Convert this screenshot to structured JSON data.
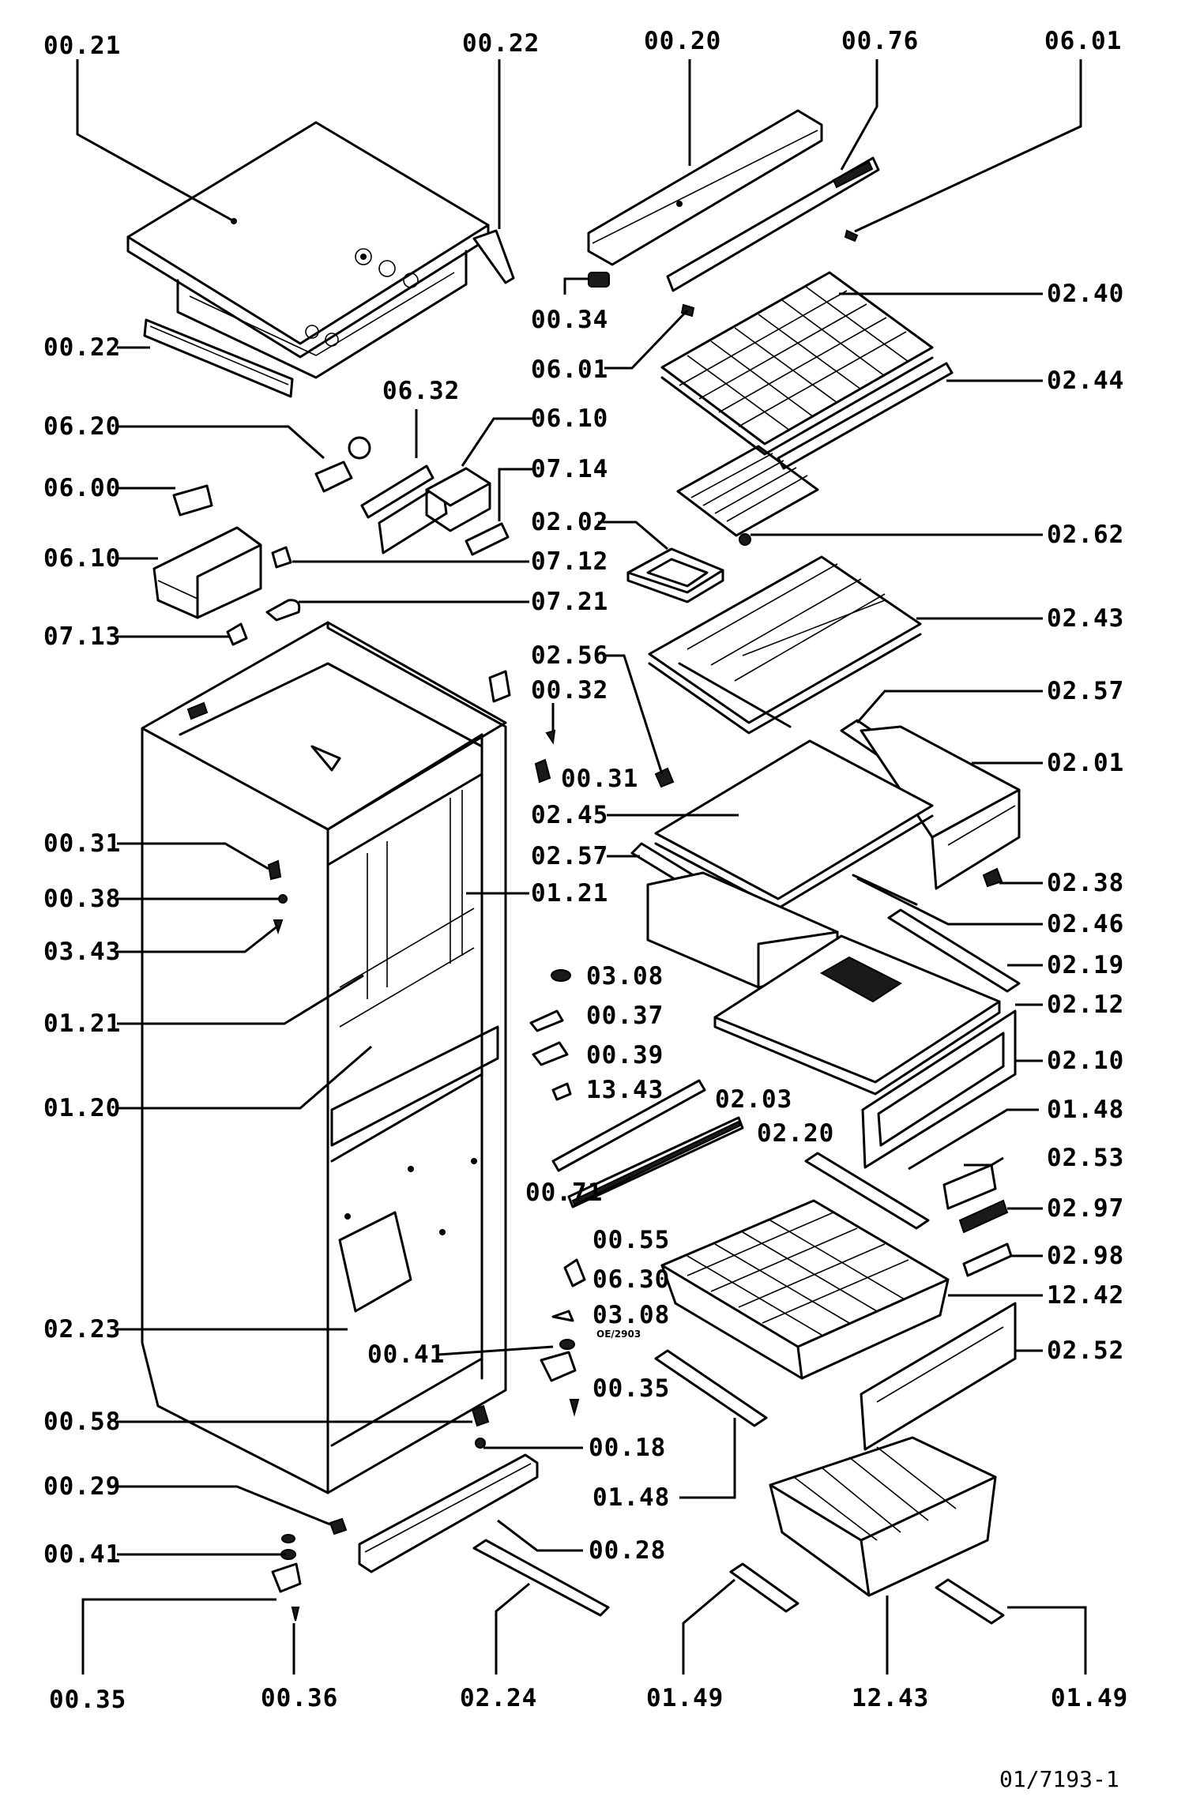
{
  "diagram": {
    "labels": [
      "00.21",
      "00.22",
      "00.20",
      "00.76",
      "06.01",
      "00.34",
      "06.01",
      "02.40",
      "00.22",
      "02.44",
      "06.32",
      "06.10",
      "06.20",
      "07.14",
      "06.00",
      "02.02",
      "02.62",
      "06.10",
      "07.12",
      "07.21",
      "07.13",
      "02.43",
      "02.56",
      "00.32",
      "02.57",
      "00.31",
      "02.01",
      "02.45",
      "00.31",
      "02.57",
      "02.38",
      "00.38",
      "01.21",
      "02.46",
      "03.43",
      "03.08",
      "02.19",
      "00.37",
      "02.12",
      "01.21",
      "00.39",
      "02.10",
      "13.43",
      "02.03",
      "01.20",
      "02.20",
      "01.48",
      "02.53",
      "00.71",
      "02.97",
      "00.55",
      "02.98",
      "06.30",
      "12.42",
      "03.08",
      "02.23",
      "00.41",
      "02.52",
      "00.35",
      "00.58",
      "00.18",
      "00.29",
      "01.48",
      "00.28",
      "00.41",
      "00.35",
      "00.36",
      "02.24",
      "01.49",
      "12.43",
      "01.49"
    ],
    "sublabel": "OE/2903",
    "document_id": "01/7193-1"
  }
}
